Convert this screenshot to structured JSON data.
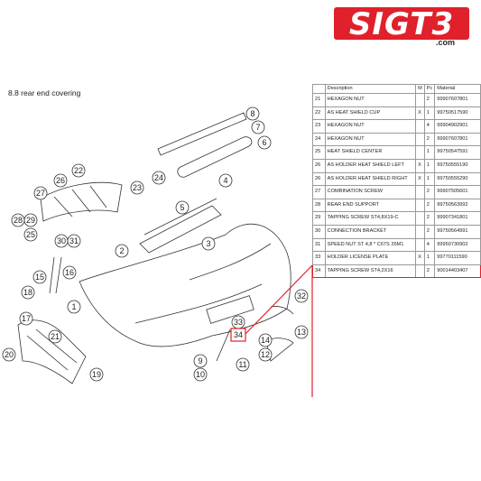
{
  "brand": {
    "logo_text": "SIGT3",
    "domain": ".com",
    "accent": "#e0202a"
  },
  "section_title": "8.8  rear end covering",
  "table": {
    "headers": {
      "pos": "",
      "description": "Description",
      "m": "M",
      "pc": "Pc",
      "material": "Material"
    },
    "rows": [
      {
        "pos": "21",
        "desc": "HEXAGON NUT",
        "m": "",
        "pc": "2",
        "mat": "99907607801"
      },
      {
        "pos": "22",
        "desc": "AS HEAT SHIELD CUP",
        "m": "X",
        "pc": "1",
        "mat": "99750517590"
      },
      {
        "pos": "23",
        "desc": "HEXAGON NUT",
        "m": "",
        "pc": "4",
        "mat": "99904902901"
      },
      {
        "pos": "24",
        "desc": "HEXAGON NUT",
        "m": "",
        "pc": "2",
        "mat": "99907607801"
      },
      {
        "pos": "25",
        "desc": "HEAT SHIELD CENTER",
        "m": "",
        "pc": "1",
        "mat": "99750547591"
      },
      {
        "pos": "26",
        "desc": "AS HOLDER HEAT SHIELD LEFT",
        "m": "X",
        "pc": "1",
        "mat": "99750555190"
      },
      {
        "pos": "26",
        "desc": "AS HOLDER HEAT SHIELD RIGHT",
        "m": "X",
        "pc": "1",
        "mat": "99750555290"
      },
      {
        "pos": "27",
        "desc": "COMBINATION SCREW",
        "m": "",
        "pc": "2",
        "mat": "99907505601"
      },
      {
        "pos": "28",
        "desc": "REAR END SUPPORT",
        "m": "",
        "pc": "2",
        "mat": "99750563992"
      },
      {
        "pos": "29",
        "desc": "TAPPING SCREW ST4,8X19-C",
        "m": "",
        "pc": "2",
        "mat": "99907341801"
      },
      {
        "pos": "30",
        "desc": "CONNECTION BRACKET",
        "m": "",
        "pc": "2",
        "mat": "99750564991"
      },
      {
        "pos": "31",
        "desc": "SPEED NUT ST 4,8 * C67S 26M1",
        "m": "",
        "pc": "4",
        "mat": "99950730902"
      },
      {
        "pos": "33",
        "desc": "HOLDER LICENSE PLATE",
        "m": "X",
        "pc": "1",
        "mat": "99770111590"
      },
      {
        "pos": "34",
        "desc": "TAPPING SCREW ST4,2X16",
        "m": "",
        "pc": "2",
        "mat": "90014403407",
        "highlight": true
      }
    ]
  },
  "callouts": [
    "1",
    "2",
    "3",
    "4",
    "5",
    "6",
    "7",
    "8",
    "9",
    "10",
    "11",
    "12",
    "13",
    "14",
    "15",
    "16",
    "17",
    "18",
    "19",
    "20",
    "21",
    "22",
    "23",
    "24",
    "25",
    "26",
    "27",
    "28",
    "29",
    "30",
    "31",
    "32",
    "33",
    "34"
  ]
}
